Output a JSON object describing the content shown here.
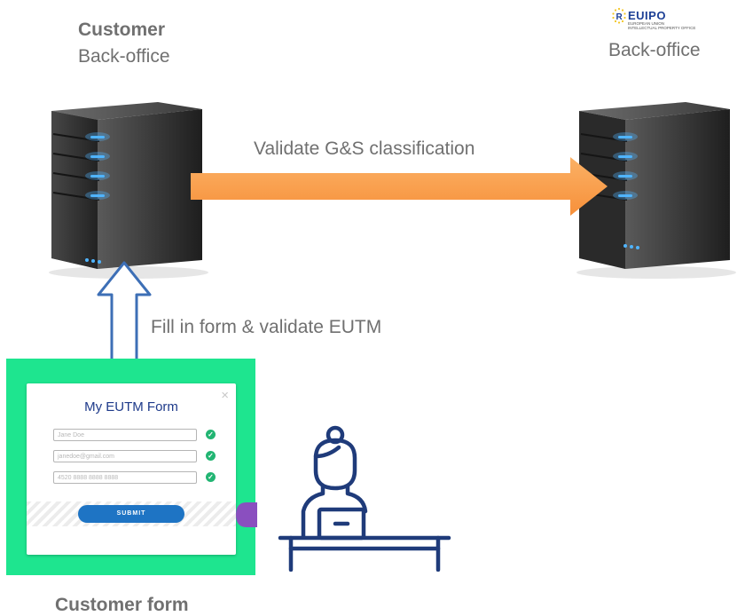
{
  "customer": {
    "title": "Customer",
    "subtitle": "Back-office"
  },
  "euipo": {
    "logo_text": "EUIPO",
    "logo_fine_line1": "EUROPEAN UNION",
    "logo_fine_line2": "INTELLECTUAL PROPERTY OFFICE",
    "subtitle": "Back-office"
  },
  "flows": {
    "validate_label": "Validate G&S classification",
    "fill_label": "Fill in form & validate EUTM"
  },
  "form": {
    "title": "My EUTM Form",
    "close_glyph": "×",
    "fields": [
      {
        "placeholder": "Jane Doe"
      },
      {
        "placeholder": "janedoe@gmail.com"
      },
      {
        "placeholder": "4520 8888 8888 8888"
      }
    ],
    "check_glyph": "✓",
    "submit_label": "SUBMIT",
    "caption": "Customer form"
  },
  "colors": {
    "form_background": "#1ee58f",
    "arrow_orange": "#f9a04e",
    "up_arrow_outline": "#3d6fb6",
    "person_navy": "#1f3b7a",
    "submit_blue": "#1e74c4"
  }
}
